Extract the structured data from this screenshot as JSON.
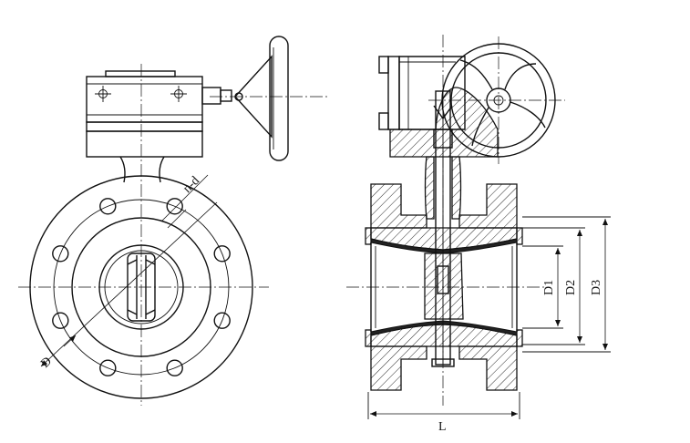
{
  "labels": {
    "bolt_holes": "n-d",
    "flange_diameter": "D",
    "dim_d1": "D1",
    "dim_d2": "D2",
    "dim_d3": "D3",
    "face_to_face": "L"
  },
  "colors": {
    "line": "#111111",
    "background": "#ffffff"
  }
}
